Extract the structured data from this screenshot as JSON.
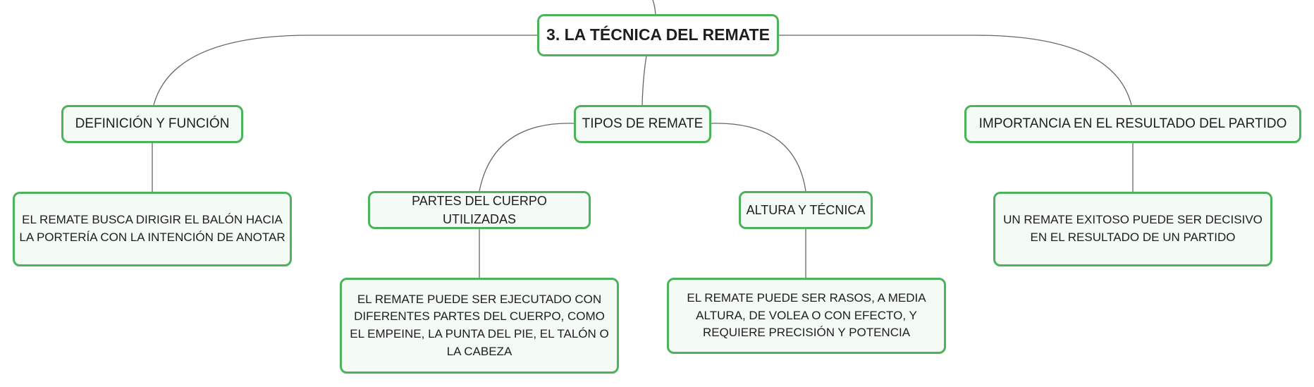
{
  "diagram": {
    "type": "mind-map",
    "accent_color": "#4cb35b",
    "node_fill": "#f4faf5",
    "connector_color": "#666666",
    "root": {
      "label": "3. LA TÉCNICA DEL REMATE"
    },
    "topics": {
      "definicion": {
        "label": "DEFINICIÓN Y FUNCIÓN",
        "detail": "EL REMATE BUSCA DIRIGIR EL BALÓN HACIA LA PORTERÍA CON LA INTENCIÓN DE ANOTAR"
      },
      "tipos": {
        "label": "TIPOS DE REMATE",
        "partes": {
          "label": "PARTES DEL CUERPO UTILIZADAS",
          "detail": "EL REMATE PUEDE SER EJECUTADO CON DIFERENTES PARTES DEL CUERPO, COMO EL EMPEINE, LA PUNTA DEL PIE, EL TALÓN O LA CABEZA"
        },
        "altura": {
          "label": "ALTURA Y TÉCNICA",
          "detail": "EL REMATE PUEDE SER RASOS, A MEDIA ALTURA, DE VOLEA O CON EFECTO, Y REQUIERE PRECISIÓN Y POTENCIA"
        }
      },
      "importancia": {
        "label": "IMPORTANCIA EN EL RESULTADO DEL PARTIDO",
        "detail": "UN REMATE EXITOSO PUEDE SER DECISIVO EN EL RESULTADO DE UN PARTIDO"
      }
    }
  }
}
